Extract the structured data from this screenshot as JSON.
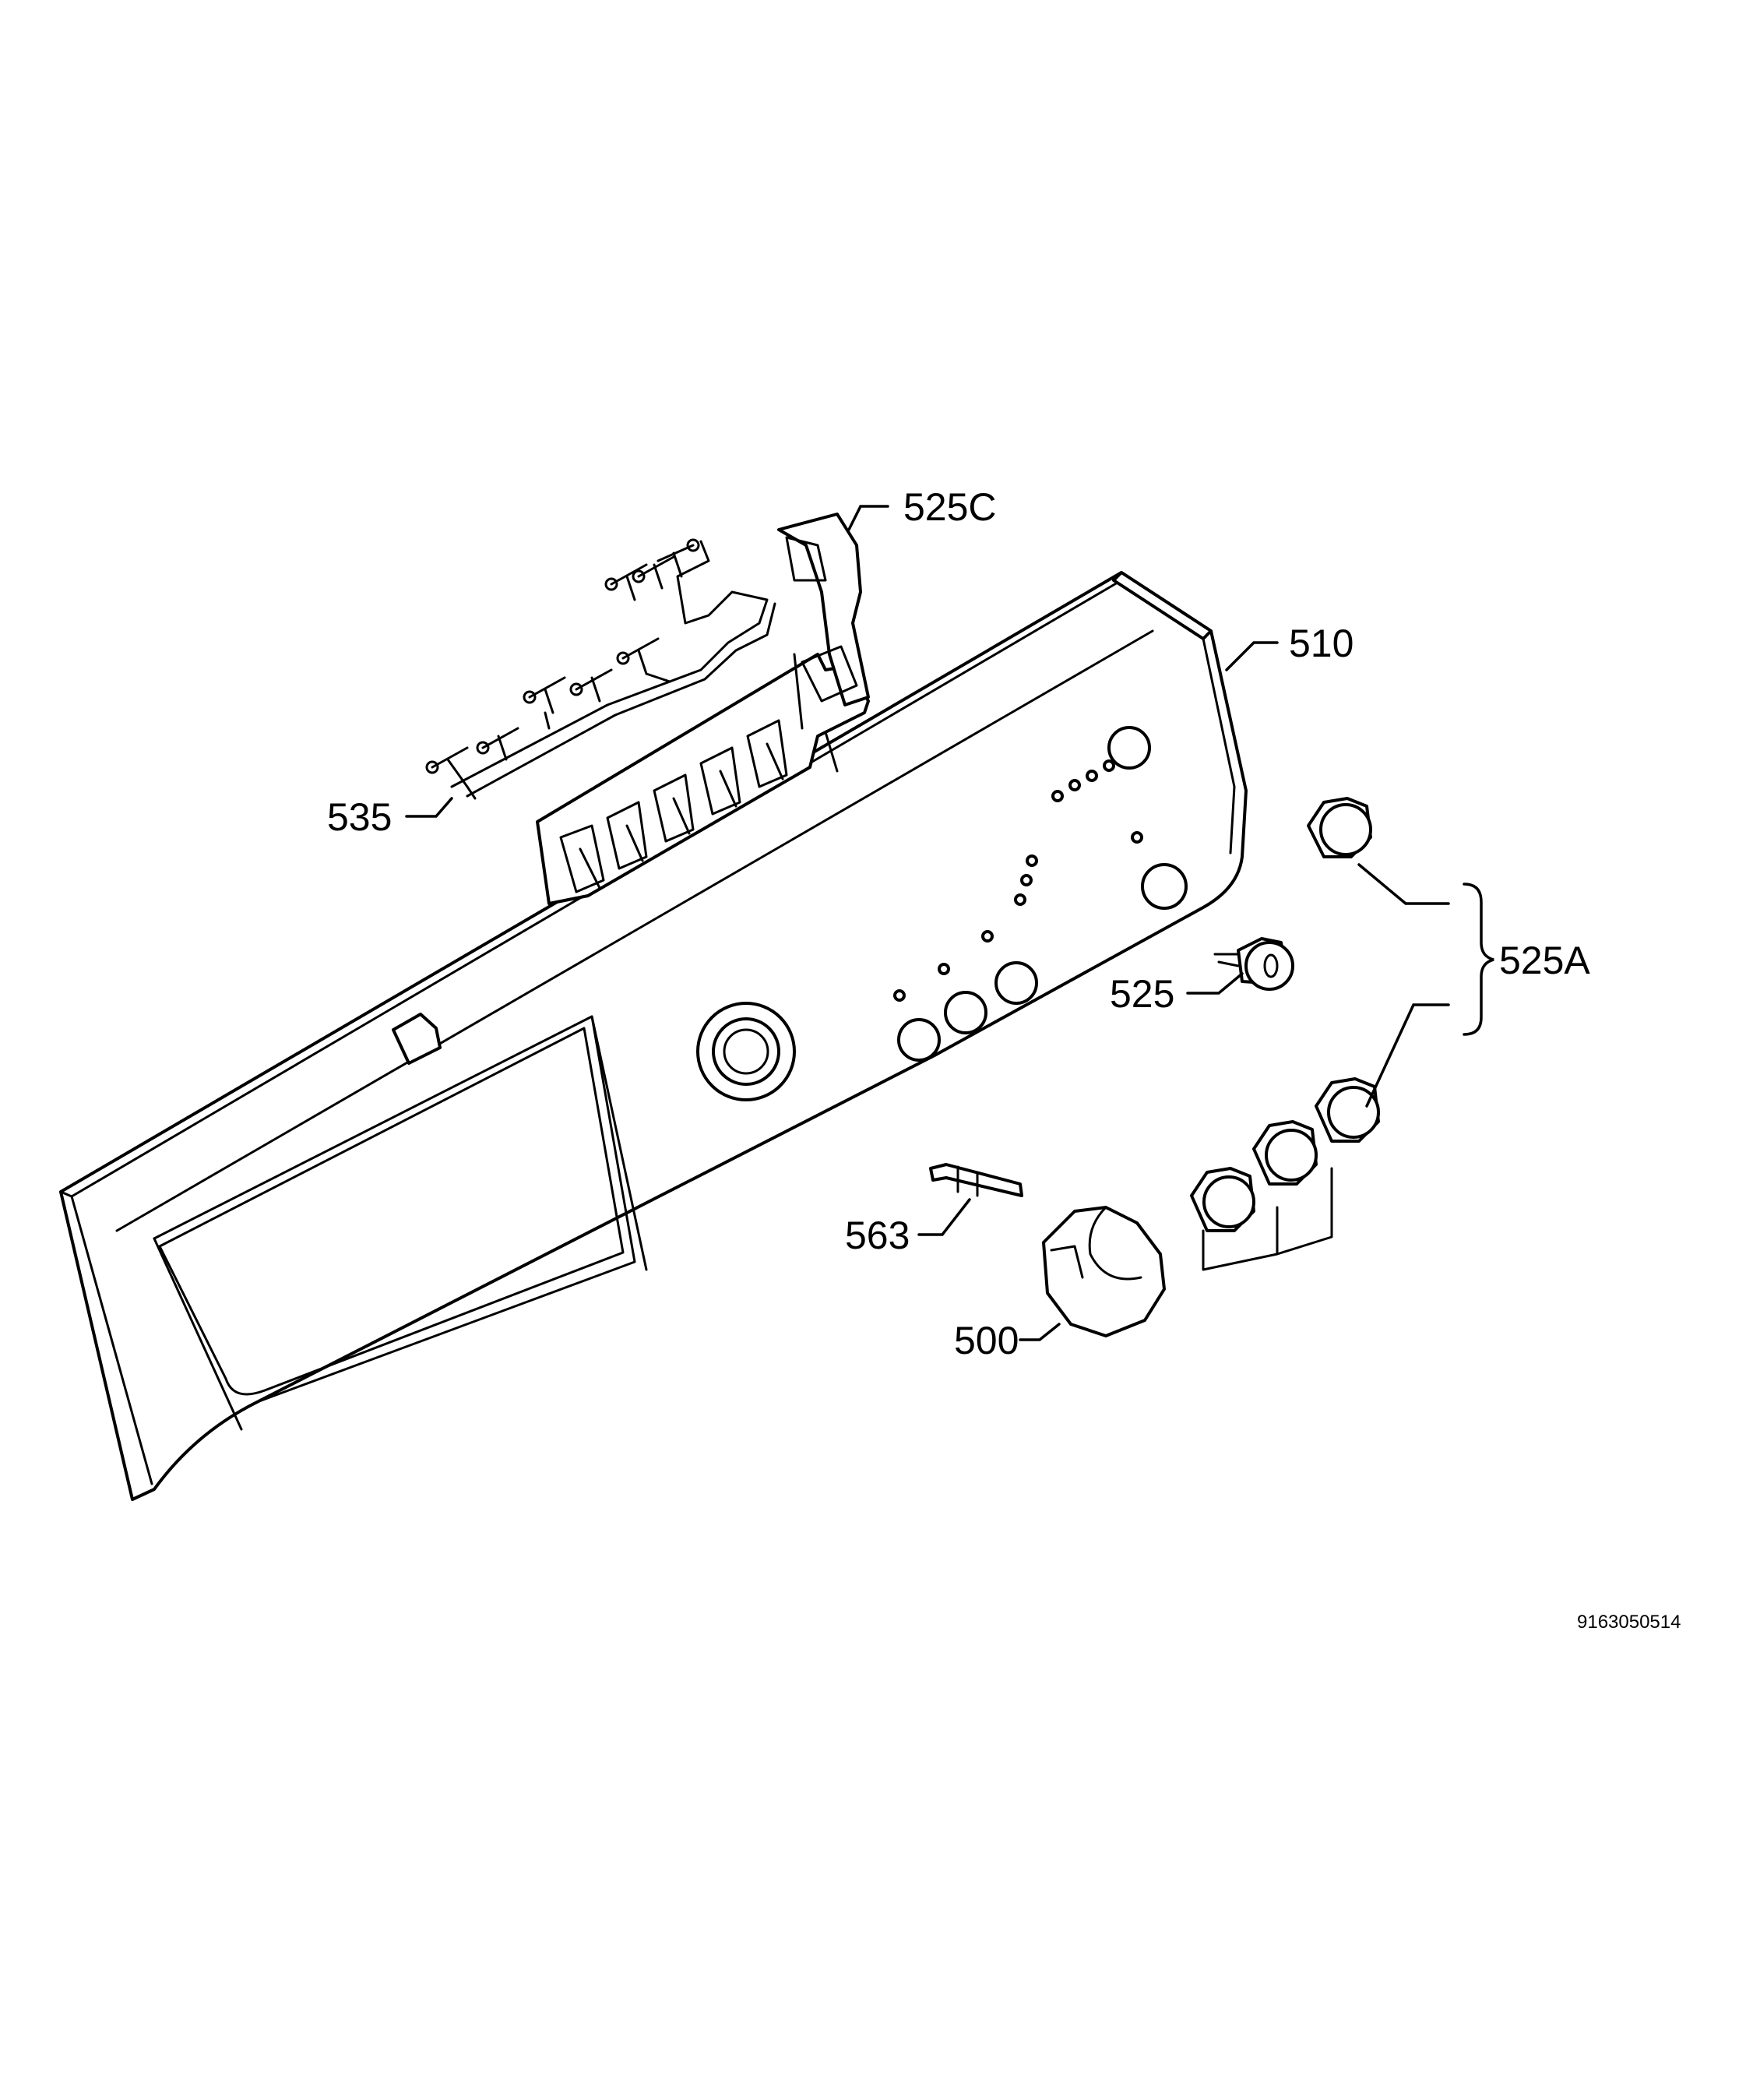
{
  "callouts": {
    "c525c": "525C",
    "c510": "510",
    "c535": "535",
    "c525a": "525A",
    "c525": "525",
    "c563": "563",
    "c500": "500"
  },
  "document_number": "9163050514",
  "colors": {
    "line": "#000000",
    "background": "#ffffff"
  }
}
